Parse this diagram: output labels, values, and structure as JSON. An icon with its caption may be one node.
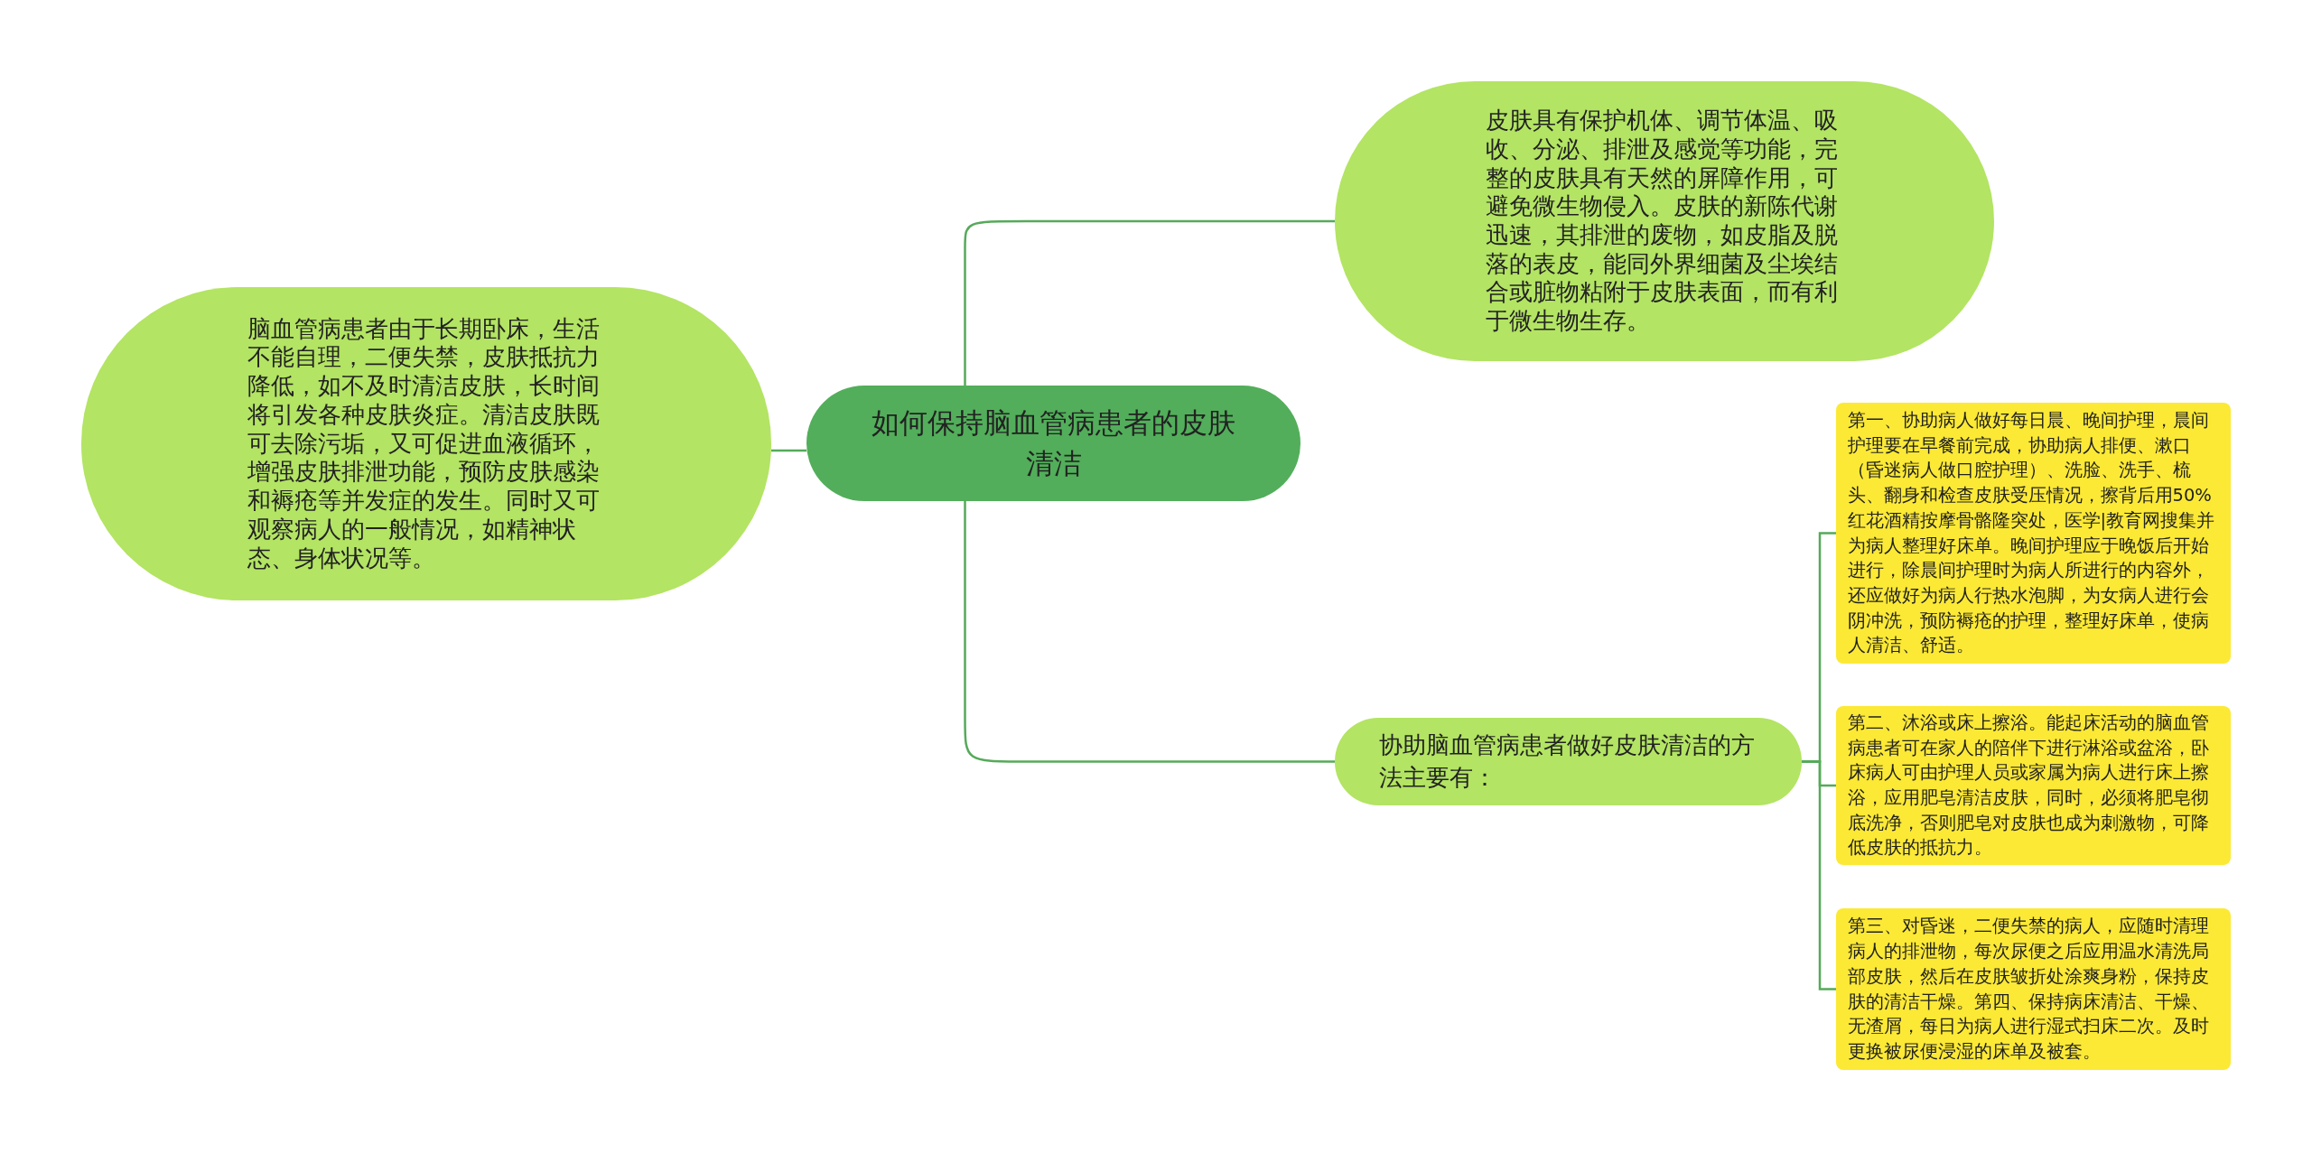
{
  "diagram": {
    "nodes": [
      {
        "text": [
          "如何保持脑血管病患者的皮肤清洁"
        ]
      },
      {
        "text": [
          "脑血管病患者由于长期卧床，生活不能自理，二便失禁，皮肤抵抗力降低，如不及时清洁皮肤，长时间将引发各种皮肤炎症。清洁皮肤既可去除污垢，又可促进血液循环，增强皮肤排泄功能，预防皮肤感染和褥疮等并发症的发生。同时又可观察病人的一般情况，如精神状态、身体状况等。"
        ]
      },
      {
        "text": [
          "皮肤具有保护机体、调节体温、吸收、分泌、排泄及感觉等功能，完整的皮肤具有天然的屏障作用，可避免微生物侵入。皮肤的新陈代谢迅速，其排泄的废物，如皮脂及脱落的表皮，能同外界细菌及尘埃结合或脏物粘附于皮肤表面，而有利于微生物生存。"
        ]
      },
      {
        "text": [
          "协助脑血管病患者做好皮肤清洁的方法主要有："
        ]
      },
      {
        "text": [
          "第一、协助病人做好每日晨、晚间护理，晨间护理要在早餐前完成，协助病人排便、漱口（昏迷病人做口腔护理）、洗脸、洗手、梳头、翻身和检查皮肤受压情况，擦背后用50%红花酒精按摩骨骼隆突处，医学|教育网搜集并为病人整理好床单。晚间护理应于晚饭后开始进行，除晨间护理时为病人所进行的内容外，还应做好为病人行热水泡脚，为女病人进行会阴冲洗，预防褥疮的护理，整理好床单，使病人清洁、舒适。"
        ]
      },
      {
        "text": [
          "第二、沐浴或床上擦浴。能起床活动的脑血管病患者可在家人的陪伴下进行淋浴或盆浴，卧床病人可由护理人员或家属为病人进行床上擦浴，应用肥皂清洁皮肤，同时，必须将肥皂彻底洗净，否则肥皂对皮肤也成为刺激物，可降低皮肤的抵抗力。"
        ]
      },
      {
        "text": [
          "第三、对昏迷，二便失禁的病人，应随时清理病人的排泄物，每次尿便之后应用温水清洗局部皮肤，然后在皮肤皱折处涂爽身粉，保持皮肤的清洁干燥。第四、保持病床清洁、干燥、无渣屑，每日为病人进行湿式扫床二次。及时更换被尿便浸湿的床单及被套。"
        ]
      }
    ],
    "edges": [
      {
        "from": 0,
        "to": 1,
        "arrow": "none"
      },
      {
        "from": 0,
        "to": 2,
        "arrow": "none"
      },
      {
        "from": 0,
        "to": 3,
        "arrow": "none"
      },
      {
        "from": 3,
        "to": 4,
        "arrow": "none"
      },
      {
        "from": 3,
        "to": 5,
        "arrow": "none"
      },
      {
        "from": 3,
        "to": 6,
        "arrow": "none"
      }
    ]
  }
}
